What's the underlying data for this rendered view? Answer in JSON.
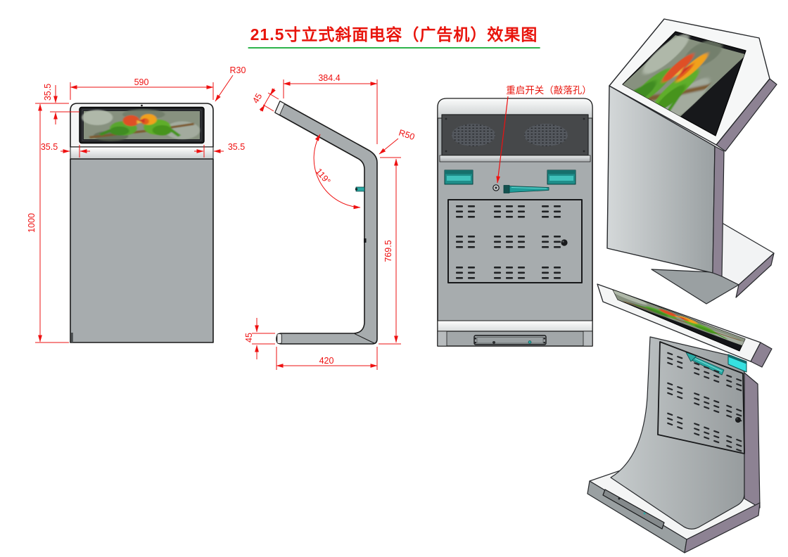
{
  "title": "21.5寸立式斜面电容（广告机）效果图",
  "annotations": {
    "restart_switch": "重启开关（敲落孔）"
  },
  "dims": {
    "front_width": "590",
    "front_corner_radius": "R30",
    "front_top_bezel": "35.5",
    "front_left_bezel": "35.5",
    "front_right_bezel": "35.5",
    "front_height": "1000",
    "side_top_depth": "384.4",
    "side_head_thickness": "45",
    "side_angle": "119°",
    "side_bend_radius": "R50",
    "side_back_height": "769.5",
    "side_base_thickness": "45",
    "side_base_depth": "420"
  },
  "colors": {
    "dimension_red": "#ee1111",
    "title_red": "#e8140c",
    "underline_green": "#2db34a",
    "body_gray": "#a7acae",
    "speaker_panel_dark": "#46484a",
    "teal_accent": "#2aa9a4",
    "cyan_port": "#36e0e0",
    "side_purple": "#8d8293",
    "bezel_white": "#f6f7f7"
  }
}
